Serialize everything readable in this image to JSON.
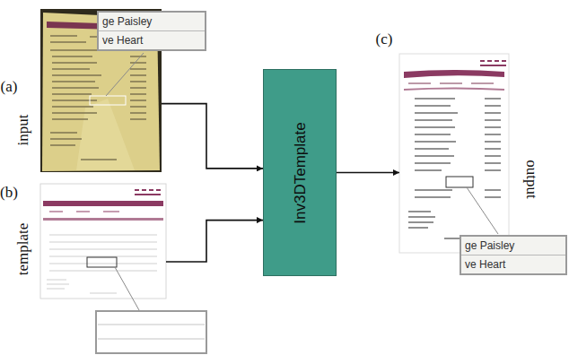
{
  "diagram": {
    "nodes": [
      {
        "text": [
          "(a)",
          "input"
        ]
      },
      {
        "text": [
          "ge Paisley",
          "ve Heart"
        ]
      },
      {
        "text": [
          "(b)",
          "template"
        ]
      },
      {
        "text": [
          "Inv3DTemplate"
        ]
      },
      {
        "text": [
          "(c)",
          "output"
        ]
      },
      {
        "text": [
          "ge Paisley",
          "ve Heart"
        ]
      }
    ],
    "edges": [
      {
        "from": 0,
        "to": 3,
        "arrow": "to"
      },
      {
        "from": 2,
        "to": 3,
        "arrow": "to"
      },
      {
        "from": 3,
        "to": 4,
        "arrow": "to"
      }
    ]
  }
}
